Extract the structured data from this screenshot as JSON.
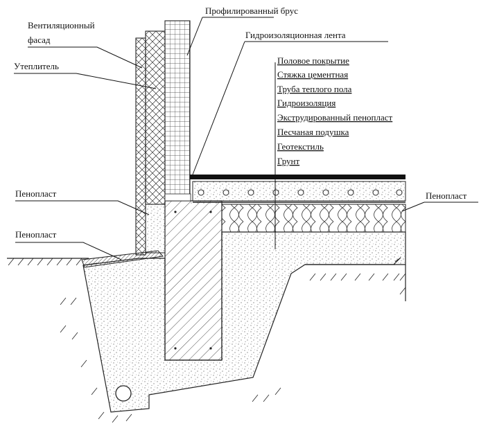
{
  "labels": {
    "ventilated_facade_line1": "Вентиляционный",
    "ventilated_facade_line2": "фасад",
    "insulation": "Утеплитель",
    "profiled_beam": "Профилированный брус",
    "waterproof_tape": "Гидроизоляционная лента",
    "foam_left_upper": "Пенопласт",
    "foam_left_lower": "Пенопласт",
    "foam_right": "Пенопласт"
  },
  "floor_layers": [
    "Половое покрытие",
    "Стяжка цементная",
    "Труба теплого пола",
    "Гидроизоляция",
    "Экструдированный пенопласт",
    "Песчаная подушка",
    "Геотекстиль",
    "Грунт"
  ]
}
